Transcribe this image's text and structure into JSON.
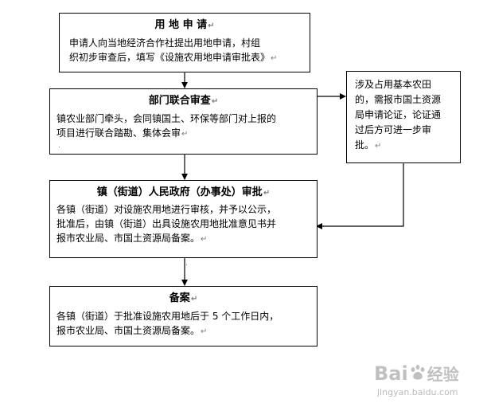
{
  "para_mark": "↵",
  "boxes": [
    {
      "title": "用 地 申 请",
      "lines": [
        "申请人向当地经济合作社提出用地申请，村组",
        "织初步审查后，填写《设施农用地申请审批表》"
      ]
    },
    {
      "title": "部门联合审查",
      "lines": [
        "镇农业部门牵头，会同镇国土、环保等部门对上报的",
        "项目进行联合踏勘、集体会审"
      ]
    },
    {
      "title": "镇（街道）人民政府（办事处）审批",
      "lines": [
        "各镇（街道）对设施农用地进行审核，并予以公示，",
        "批准后，由镇（街道）出具设施农用地批准意见书并",
        "报市农业局、市国土资源局备案。"
      ]
    },
    {
      "title": "备案",
      "lines": [
        "各镇（街道）于批准设施农用地后于 5 个工作日内，",
        "报市农业局、市国土资源局备案。"
      ]
    }
  ],
  "side_box": {
    "lines": [
      "涉及占用基本农田",
      "的，需报市国土资源",
      "局申请论证，论证通",
      "过后方可进一步审",
      "批。"
    ]
  },
  "watermark": {
    "brand": "Bai",
    "brand_tail": "经验",
    "url": "jingyan.baidu.com"
  }
}
